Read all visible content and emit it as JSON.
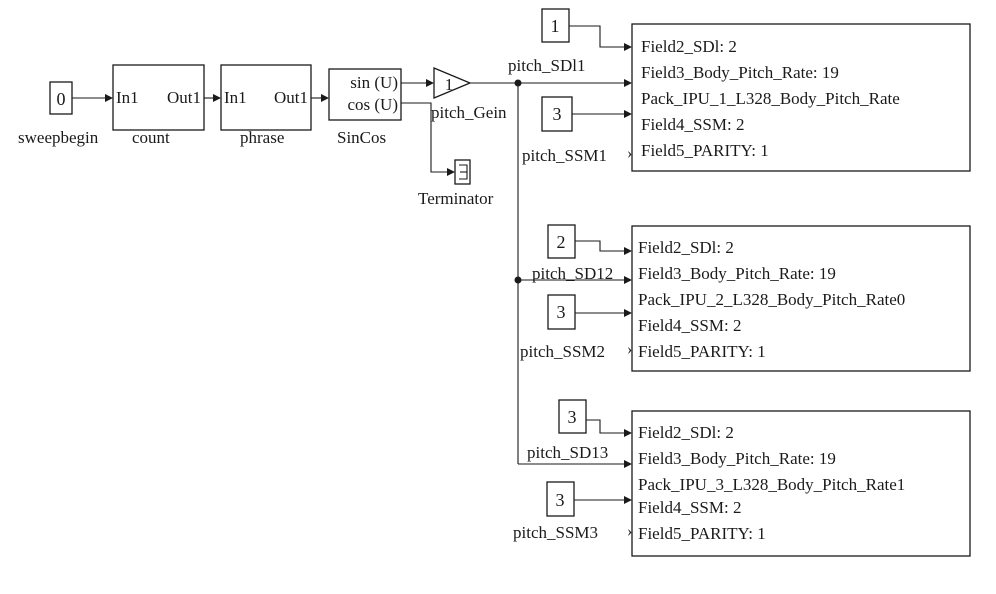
{
  "source": {
    "value": "0",
    "label": "sweepbegin"
  },
  "count_block": {
    "port_in": "In1",
    "port_out": "Out1",
    "label": "count"
  },
  "phrase_block": {
    "port_in": "In1",
    "port_out": "Out1",
    "label": "phrase"
  },
  "sincos_block": {
    "port_sin": "sin (U)",
    "port_cos": "cos (U)",
    "label": "SinCos"
  },
  "gain_block": {
    "value": "1",
    "label": "pitch_Gein"
  },
  "terminator": {
    "label": "Terminator"
  },
  "groups": [
    {
      "sdi_value": "1",
      "sdi_label": "pitch_SDl1",
      "ssm_value": "3",
      "ssm_label": "pitch_SSM1",
      "fields": [
        "Field2_SDl: 2",
        "Field3_Body_Pitch_Rate: 19",
        "Pack_IPU_1_L328_Body_Pitch_Rate",
        "Field4_SSM: 2",
        "Field5_PARITY: 1"
      ]
    },
    {
      "sdi_value": "2",
      "sdi_label": "pitch_SD12",
      "ssm_value": "3",
      "ssm_label": "pitch_SSM2",
      "fields": [
        "Field2_SDl: 2",
        "Field3_Body_Pitch_Rate: 19",
        "Pack_IPU_2_L328_Body_Pitch_Rate0",
        "Field4_SSM: 2",
        "Field5_PARITY: 1"
      ]
    },
    {
      "sdi_value": "3",
      "sdi_label": "pitch_SD13",
      "ssm_value": "3",
      "ssm_label": "pitch_SSM3",
      "fields": [
        "Field2_SDl: 2",
        "Field3_Body_Pitch_Rate: 19",
        "Pack_IPU_3_L328_Body_Pitch_Rate1",
        "Field4_SSM: 2",
        "Field5_PARITY: 1"
      ]
    }
  ]
}
